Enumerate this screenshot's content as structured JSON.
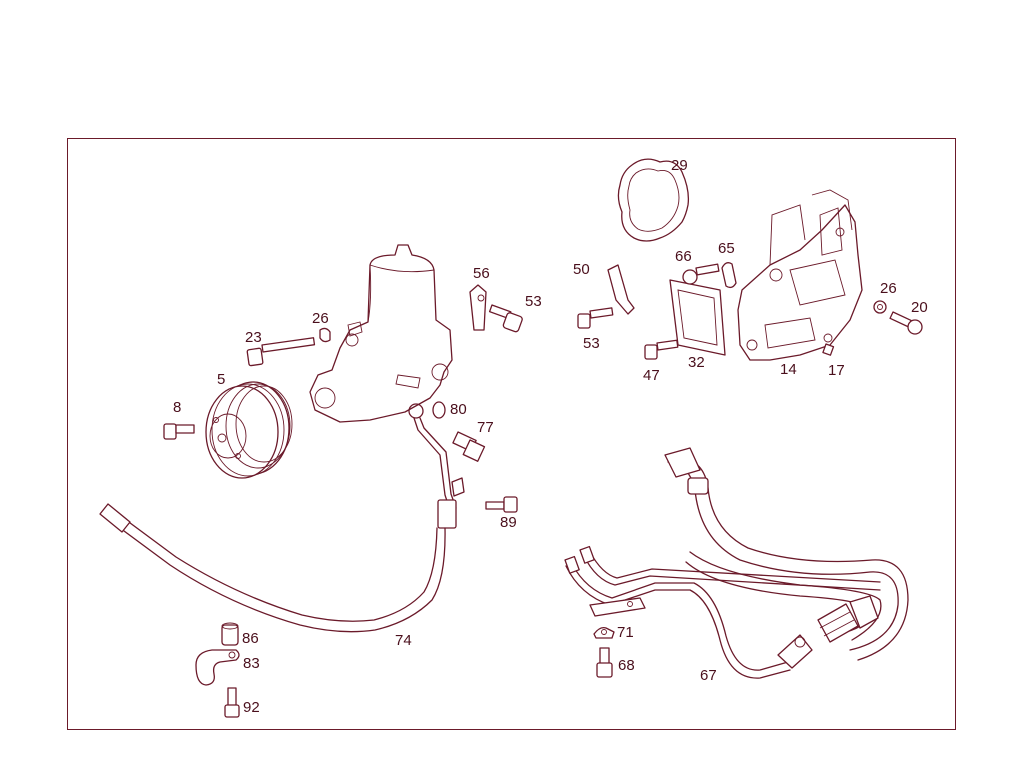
{
  "colors": {
    "line": "#6b1a2a",
    "label": "#4a0f1c",
    "background": "#ffffff"
  },
  "callouts": [
    {
      "key": "c29",
      "text": "29"
    },
    {
      "key": "c56",
      "text": "56"
    },
    {
      "key": "c53a",
      "text": "53"
    },
    {
      "key": "c50",
      "text": "50"
    },
    {
      "key": "c53b",
      "text": "53"
    },
    {
      "key": "c66",
      "text": "66"
    },
    {
      "key": "c65",
      "text": "65"
    },
    {
      "key": "c47",
      "text": "47"
    },
    {
      "key": "c32",
      "text": "32"
    },
    {
      "key": "c14",
      "text": "14"
    },
    {
      "key": "c26b",
      "text": "26"
    },
    {
      "key": "c20",
      "text": "20"
    },
    {
      "key": "c17",
      "text": "17"
    },
    {
      "key": "c26a",
      "text": "26"
    },
    {
      "key": "c23",
      "text": "23"
    },
    {
      "key": "c5",
      "text": "5"
    },
    {
      "key": "c8",
      "text": "8"
    },
    {
      "key": "c80",
      "text": "80"
    },
    {
      "key": "c77",
      "text": "77"
    },
    {
      "key": "c89",
      "text": "89"
    },
    {
      "key": "c74",
      "text": "74"
    },
    {
      "key": "c86",
      "text": "86"
    },
    {
      "key": "c83",
      "text": "83"
    },
    {
      "key": "c92",
      "text": "92"
    },
    {
      "key": "c71",
      "text": "71"
    },
    {
      "key": "c68",
      "text": "68"
    },
    {
      "key": "c67",
      "text": "67"
    }
  ],
  "icons": {
    "pump": "power-steering-pump-icon",
    "pulley": "pulley-icon",
    "bracket": "mounting-bracket-icon",
    "gasket": "gasket-icon",
    "hose": "hose-icon",
    "bolt": "bolt-icon"
  }
}
